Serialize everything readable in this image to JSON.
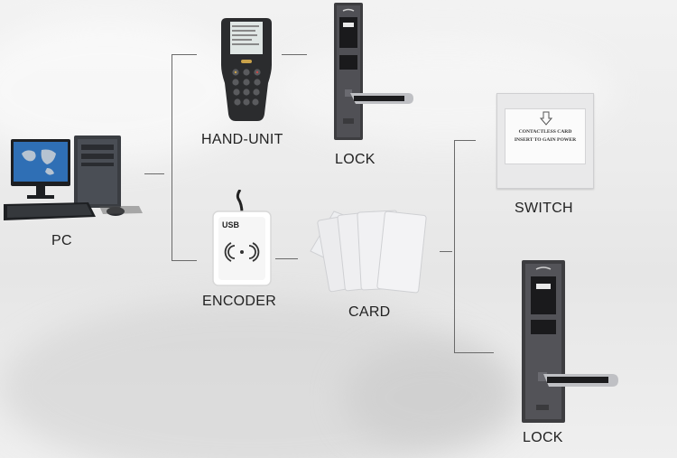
{
  "diagram": {
    "labels": {
      "pc": "PC",
      "hand_unit": "HAND-UNIT",
      "lock_top": "LOCK",
      "encoder": "ENCODER",
      "card": "CARD",
      "switch": "SWITCH",
      "lock_bottom": "LOCK"
    },
    "switch_panel": {
      "line1": "CONTACTLESS CARD",
      "line2": "INSERT TO GAIN POWER"
    },
    "encoder_badge": "USB"
  }
}
